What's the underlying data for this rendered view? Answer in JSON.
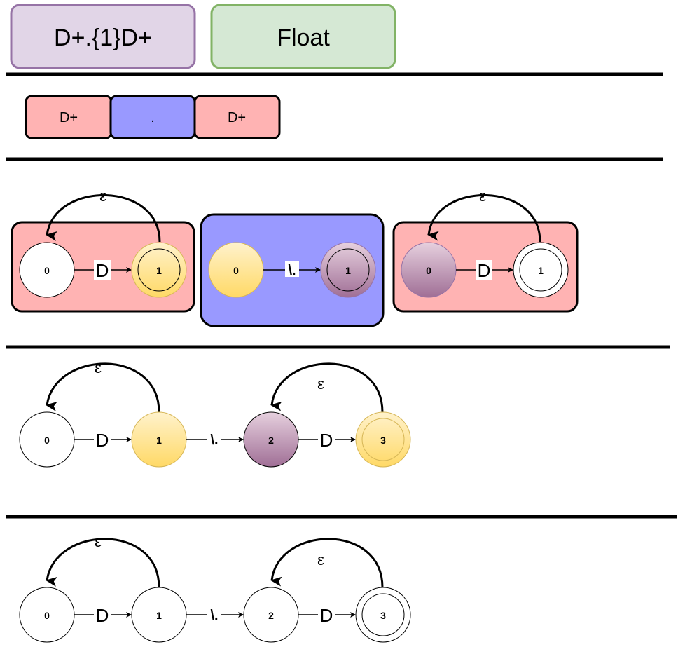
{
  "header": {
    "regex_label": "D+.{1}D+",
    "type_label": "Float"
  },
  "tokens": [
    "D+",
    ".",
    "D+"
  ],
  "fragments": [
    {
      "states": [
        "0",
        "1"
      ],
      "edge_label": "D",
      "loop_label": "ε"
    },
    {
      "states": [
        "0",
        "1"
      ],
      "edge_label": "\\."
    },
    {
      "states": [
        "0",
        "1"
      ],
      "edge_label": "D",
      "loop_label": "ε"
    }
  ],
  "combined_colored": {
    "states": [
      "0",
      "1",
      "2",
      "3"
    ],
    "edges": [
      "D",
      "\\.",
      "D"
    ],
    "loops": [
      "ε",
      "ε"
    ]
  },
  "combined_plain": {
    "states": [
      "0",
      "1",
      "2",
      "3"
    ],
    "edges": [
      "D",
      "\\.",
      "D"
    ],
    "loops": [
      "ε",
      "ε"
    ]
  },
  "colors": {
    "regex_fill": "#e1d5e7",
    "regex_stroke": "#9673a6",
    "float_fill": "#d5e8d4",
    "float_stroke": "#82b366",
    "pink": "#ffb3b3",
    "blue": "#9999ff",
    "yellow_top": "#fff2cc",
    "yellow_bottom": "#ffd966",
    "purple_top": "#e6d0de",
    "purple_bottom": "#a06f96"
  }
}
